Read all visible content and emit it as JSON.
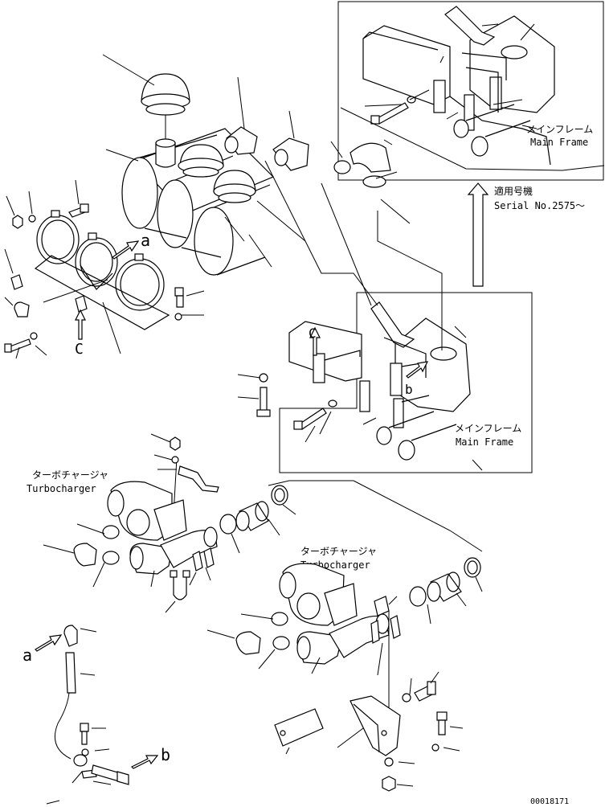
{
  "labels": {
    "main_frame_jp": "メインフレーム",
    "main_frame_en": "Main Frame",
    "serial_jp": "適用号機",
    "serial_en": "Serial No.2575～",
    "turbo_jp": "ターボチャージャ",
    "turbo_en": "Turbocharger",
    "ref_a": "a",
    "ref_b": "b",
    "ref_c": "C",
    "drawing_number": "00018171"
  }
}
